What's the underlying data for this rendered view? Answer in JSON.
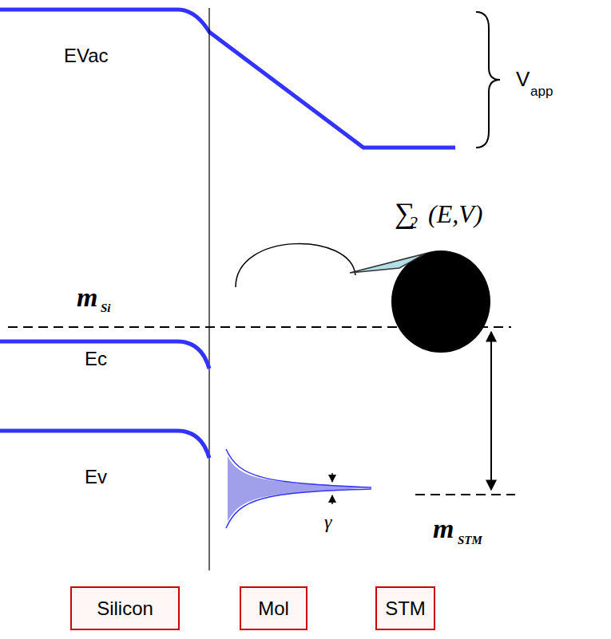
{
  "diagram": {
    "nodes": [
      {
        "text": [
          "Silicon"
        ]
      },
      {
        "text": [
          "Mol"
        ]
      },
      {
        "text": [
          "STM"
        ]
      }
    ],
    "labels": [
      "EVac",
      "V",
      "app",
      "∑",
      "2",
      "(E,V)",
      "m",
      "Si",
      "Ec",
      "Ev",
      "γ",
      "m",
      "STM"
    ]
  }
}
